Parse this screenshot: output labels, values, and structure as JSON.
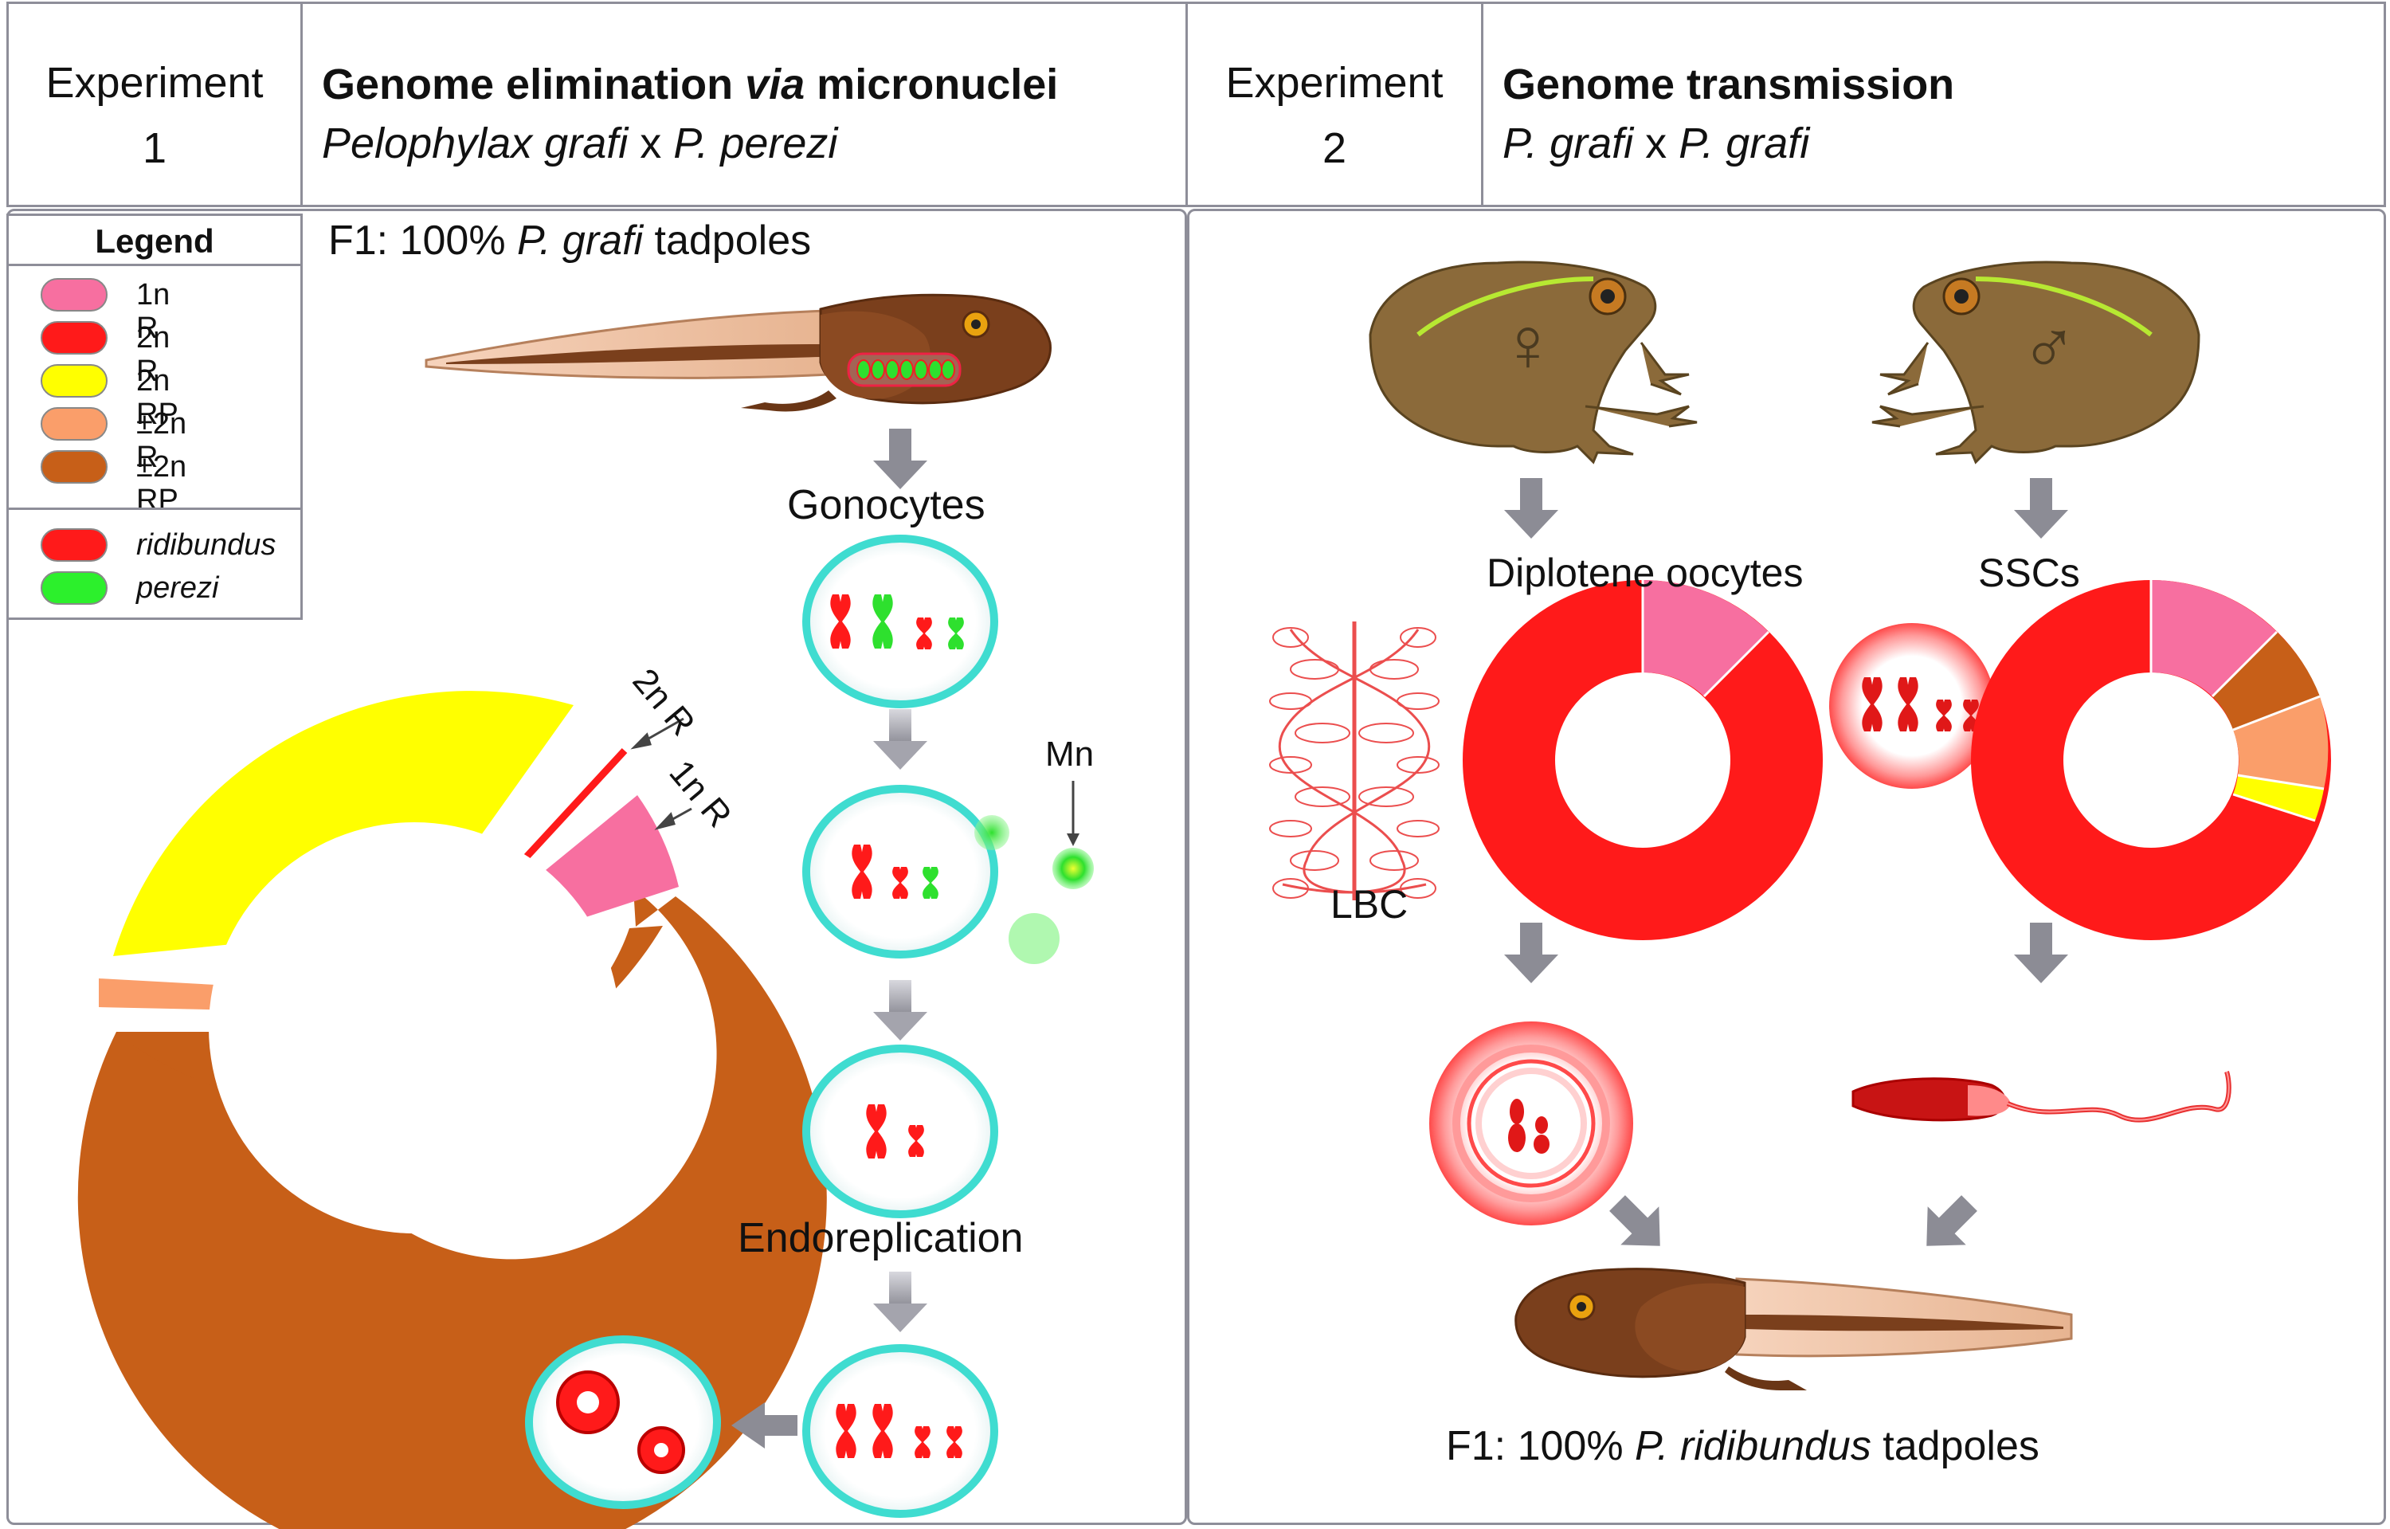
{
  "exp1": {
    "number_word": "Experiment",
    "number": "1",
    "title_a": "Genome elimination ",
    "title_b": "via",
    "title_c": " micronuclei",
    "sub_a": "Pelophylax grafi",
    "sub_b": " x ",
    "sub_c": "P. perezi",
    "f1_a": "F1: 100% ",
    "f1_b": "P. grafi",
    "f1_c": " tadpoles",
    "gonocytes": "Gonocytes",
    "mn": "Mn",
    "endoreplication": "Endoreplication",
    "label_2nR": "2n R",
    "label_1nR": "1n R"
  },
  "exp2": {
    "number_word": "Experiment",
    "number": "2",
    "title": "Genome transmission",
    "sub_a": "P. grafi",
    "sub_b": " x ",
    "sub_c": "P. grafi",
    "oocytes": "Diplotene oocytes",
    "sscs": "SSCs",
    "lbc": "LBC",
    "f1_a": "F1: 100% ",
    "f1_b": "P. ridibundus",
    "f1_c": " tadpoles",
    "female_symbol": "♀",
    "male_symbol": "♂"
  },
  "legend": {
    "title": "Legend",
    "items": [
      {
        "label": "1n R",
        "color": "#f76fa0"
      },
      {
        "label": "2n R",
        "color": "#ff1a1a"
      },
      {
        "label": "2n RP",
        "color": "#ffff00"
      },
      {
        "label": "±2n R",
        "color": "#fa9e6a"
      },
      {
        "label": "±2n RP",
        "color": "#c75f18"
      }
    ],
    "genomes": [
      {
        "label": "ridibundus",
        "color": "#ff1a1a"
      },
      {
        "label": "perezi",
        "color": "#2cf02c"
      }
    ]
  },
  "chart_data": [
    {
      "type": "pie",
      "title": "Experiment 1 gonocyte types",
      "categories": [
        "1n R",
        "2n R",
        "2n RP",
        "±2n R",
        "±2n RP"
      ],
      "values": [
        6,
        0.5,
        36,
        1.5,
        56
      ]
    },
    {
      "type": "pie",
      "title": "Diplotene oocytes",
      "categories": [
        "1n R",
        "2n R"
      ],
      "values": [
        12,
        88
      ]
    },
    {
      "type": "pie",
      "title": "SSCs",
      "categories": [
        "1n R",
        "±2n RP",
        "±2n R",
        "2n RP",
        "2n R"
      ],
      "values": [
        12,
        7,
        8,
        3,
        70
      ]
    }
  ]
}
